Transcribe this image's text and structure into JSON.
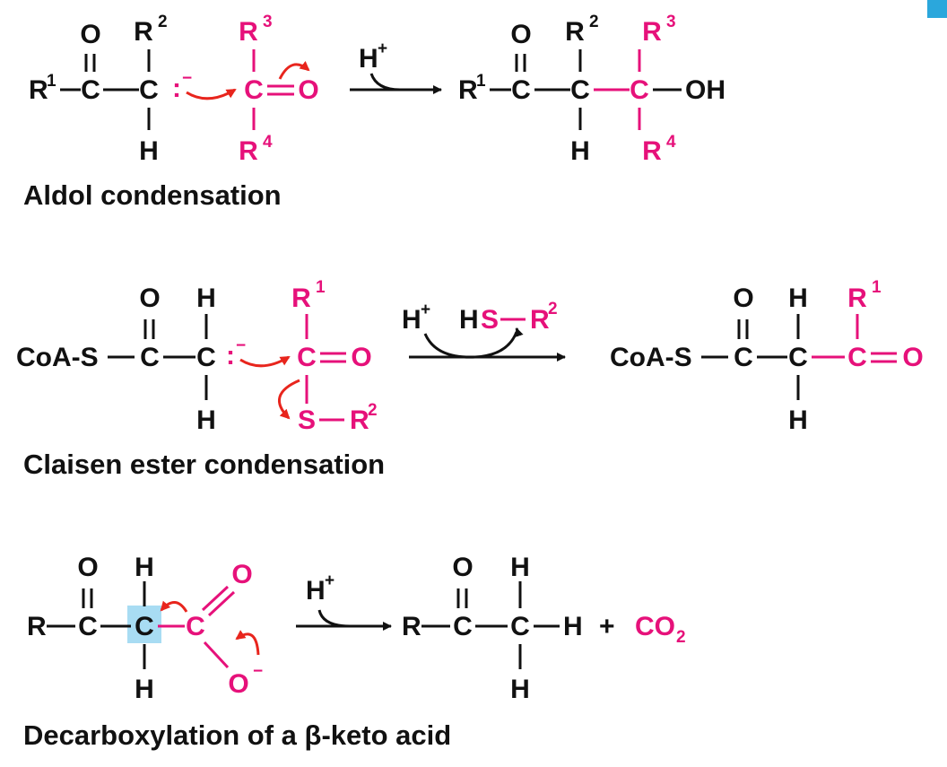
{
  "colors": {
    "black": "#111111",
    "magenta": "#e6117a",
    "arrow_red": "#e8251d",
    "highlight": "#a8dcf3",
    "corner_tab": "#2ba7dc"
  },
  "atoms": {
    "O": "O",
    "C": "C",
    "H": "H",
    "R": "R",
    "S": "S",
    "OH": "OH",
    "CoAS": "CoA-S",
    "plus": "+",
    "hplus": "H",
    "charge_plus": "+",
    "charge_minus": "−",
    "r1": "1",
    "r2": "2",
    "r3": "3",
    "r4": "4",
    "lonepair": ":",
    "co2": "CO",
    "co2_sub": "2"
  },
  "reactions": [
    {
      "caption": "Aldol condensation"
    },
    {
      "caption": "Claisen ester condensation"
    },
    {
      "caption": "Decarboxylation of a β-keto acid"
    }
  ]
}
